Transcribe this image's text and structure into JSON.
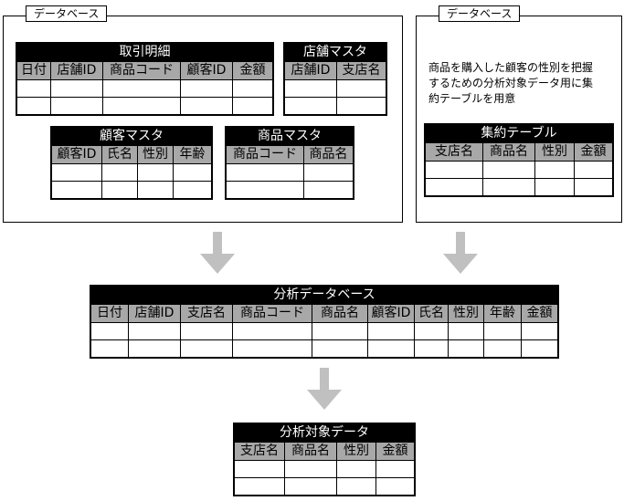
{
  "left_database": {
    "label": "データベース",
    "tables": {
      "transaction_detail": {
        "title": "取引明細",
        "columns": [
          "日付",
          "店舗ID",
          "商品コード",
          "顧客ID",
          "金額"
        ]
      },
      "store_master": {
        "title": "店舗マスタ",
        "columns": [
          "店舗ID",
          "支店名"
        ]
      },
      "customer_master": {
        "title": "顧客マスタ",
        "columns": [
          "顧客ID",
          "氏名",
          "性別",
          "年齢"
        ]
      },
      "product_master": {
        "title": "商品マスタ",
        "columns": [
          "商品コード",
          "商品名"
        ]
      }
    }
  },
  "right_database": {
    "label": "データベース",
    "description": [
      "商品を購入した顧客の性別を把握",
      "するための分析対象データ用に集",
      "約テーブルを用意"
    ],
    "tables": {
      "aggregate_table": {
        "title": "集約テーブル",
        "columns": [
          "支店名",
          "商品名",
          "性別",
          "金額"
        ]
      }
    }
  },
  "analysis_database": {
    "title": "分析データベース",
    "columns": [
      "日付",
      "店舗ID",
      "支店名",
      "商品コード",
      "商品名",
      "顧客ID",
      "氏名",
      "性別",
      "年齢",
      "金額"
    ]
  },
  "analysis_target": {
    "title": "分析対象データ",
    "columns": [
      "支店名",
      "商品名",
      "性別",
      "金額"
    ]
  },
  "colors": {
    "header_bg": "#000000",
    "column_bg": "#a8a8a8",
    "arrow": "#c0c0c0"
  }
}
